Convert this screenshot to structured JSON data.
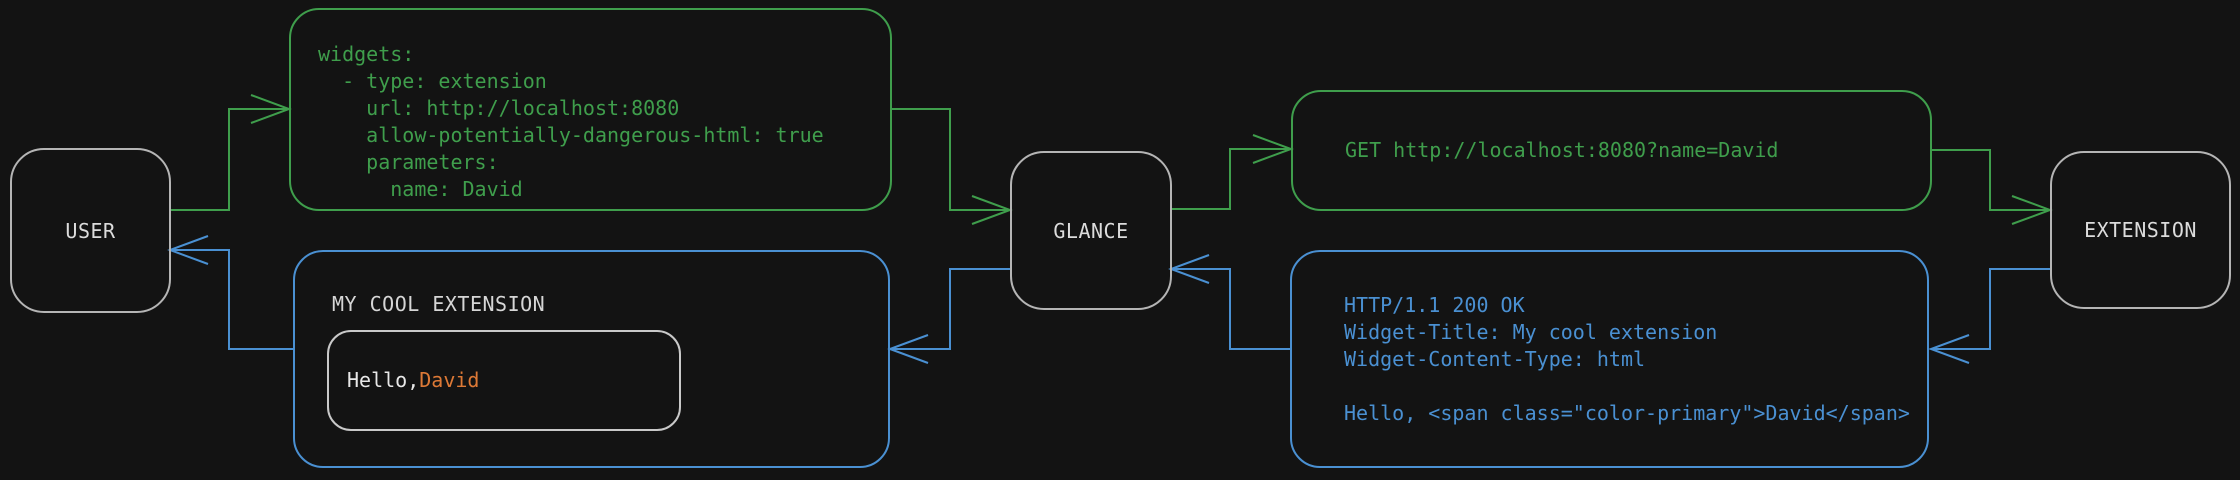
{
  "background": "#131313",
  "colors": {
    "green": "#3f9e4c",
    "blue": "#4a90d2",
    "orange": "#dd7936",
    "node_border": "#b5b5b5",
    "inner_border": "#c9c9c9",
    "node_label": "#dcdcdc",
    "widget_title": "#d6d6d6",
    "greeting_text": "#e8e8e8",
    "background": "#131313"
  },
  "nodes": {
    "user": {
      "label": "USER"
    },
    "glance": {
      "label": "GLANCE"
    },
    "extension": {
      "label": "EXTENSION"
    }
  },
  "config_box": {
    "code": [
      "widgets:",
      "  - type: extension",
      "    url: http://localhost:8080",
      "    allow-potentially-dangerous-html: true",
      "    parameters:",
      "      name: David"
    ]
  },
  "request_box": {
    "code": "GET http://localhost:8080?name=David"
  },
  "response_box": {
    "code": [
      "HTTP/1.1 200 OK",
      "Widget-Title: My cool extension",
      "Widget-Content-Type: html",
      "",
      "Hello, <span class=\"color-primary\">David</span>"
    ]
  },
  "widget_preview": {
    "title": "MY COOL EXTENSION",
    "greeting_prefix": "Hello, ",
    "greeting_name": "David"
  }
}
